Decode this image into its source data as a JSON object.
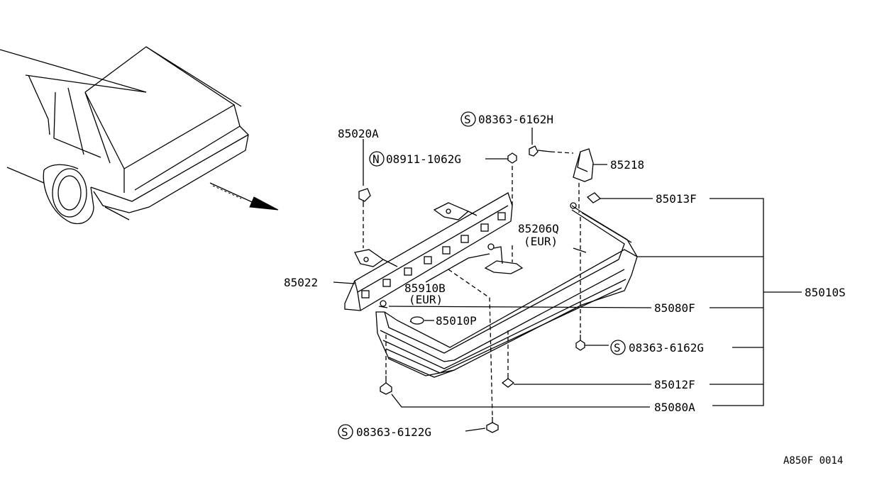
{
  "diagram": {
    "drawing_code": "A850F 0014",
    "parts": {
      "p85020A": "85020A",
      "p08911_1062G": "08911-1062G",
      "p08363_6162H": "08363-6162H",
      "p85218": "85218",
      "p85013F": "85013F",
      "p85206Q": "85206Q",
      "p85206Q_note": "(EUR)",
      "p85022": "85022",
      "p85910B": "85910B",
      "p85910B_note": "(EUR)",
      "p85010S": "85010S",
      "p85080F": "85080F",
      "p85010P": "85010P",
      "p08363_6162G": "08363-6162G",
      "p85012F": "85012F",
      "p85080A": "85080A",
      "p08363_6122G": "08363-6122G"
    },
    "symbols": {
      "screw": "S",
      "nut": "N"
    }
  }
}
